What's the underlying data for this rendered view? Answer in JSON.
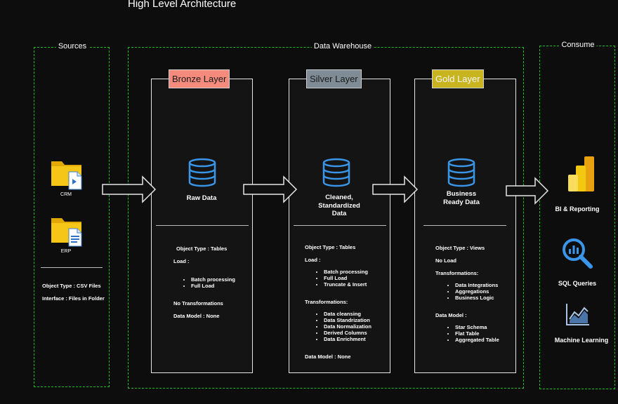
{
  "title": "High Level Architecture",
  "groups": {
    "sources": "Sources",
    "warehouse": "Data Warehouse",
    "consume": "Consume"
  },
  "sources": {
    "crm": "CRM",
    "erp": "ERP",
    "object_type": "Object Type : CSV Files",
    "interface": "Interface : Files in Folder"
  },
  "bronze": {
    "header": "Bronze Layer",
    "header_color": "#f48b7c",
    "name": "Raw Data",
    "object_type": "Object Type : Tables",
    "load_label": "Load :",
    "load_items": [
      "Batch processing",
      "Full Load"
    ],
    "transformations": "No Transformations",
    "data_model": "Data Model : None"
  },
  "silver": {
    "header": "Silver Layer",
    "header_color": "#7f8c96",
    "name_line1": "Cleaned,",
    "name_line2": "Standardized",
    "name_line3": "Data",
    "object_type": "Object Type : Tables",
    "load_label": "Load :",
    "load_items": [
      "Batch processing",
      "Full Load",
      "Truncate & Insert"
    ],
    "transformations_label": "Transformations:",
    "transformation_items": [
      "Data cleansing",
      "Data Standrization",
      "Data Normalization",
      "Derived Columns",
      "Data Enrichment"
    ],
    "data_model": "Data Model : None"
  },
  "gold": {
    "header": "Gold Layer",
    "header_color": "#c8b41e",
    "name_line1": "Business",
    "name_line2": "Ready Data",
    "object_type": "Object Type : Views",
    "load": "No Load",
    "transformations_label": "Transformations:",
    "transformation_items": [
      "Data Integrations",
      "Aggregations",
      "Business Logic"
    ],
    "data_model_label": "Data Model :",
    "data_model_items": [
      "Star Schema",
      "Flat Table",
      "Aggregated Table"
    ]
  },
  "consume": {
    "bi": "BI & Reporting",
    "sql": "SQL Queries",
    "ml": "Machine Learning"
  },
  "colors": {
    "dashed_border": "#1fbf1f",
    "database_icon": "#3a96e8",
    "folder": "#f5c518"
  }
}
